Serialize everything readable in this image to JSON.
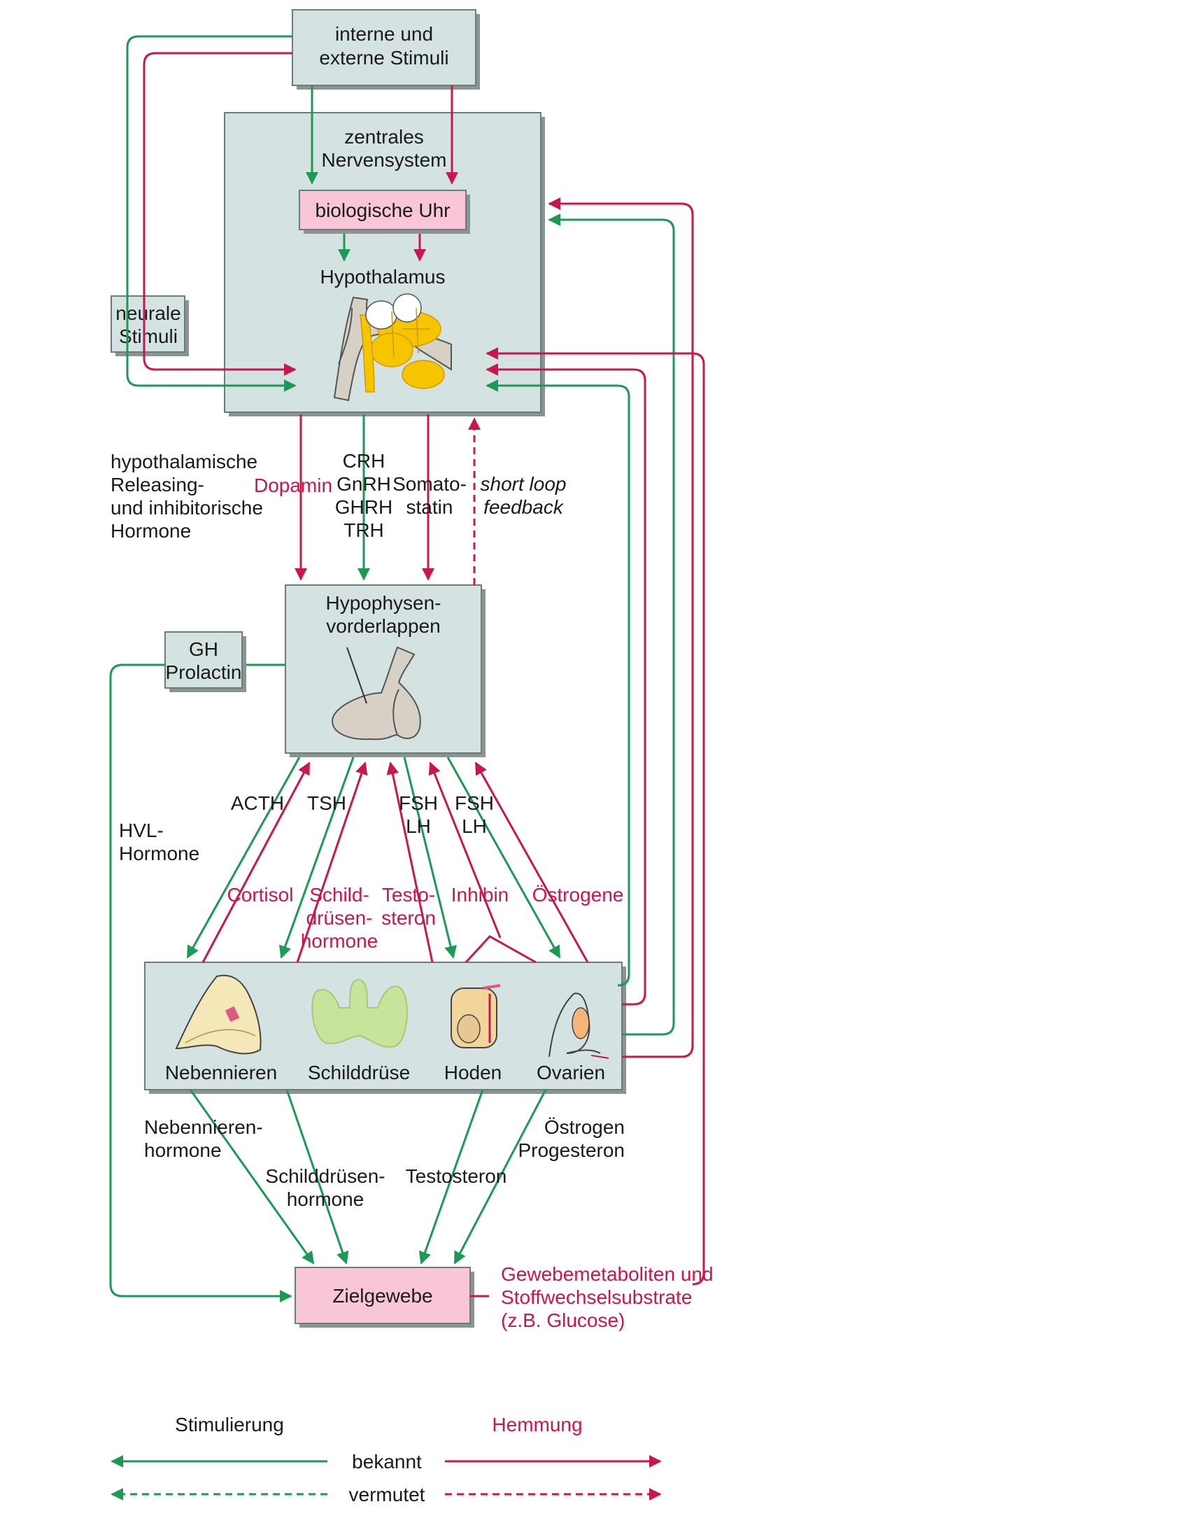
{
  "colors": {
    "stimulation": "#1a9a52",
    "inhibition": "#c8174d",
    "box": "#d5e2e2",
    "pink_box": "#f8c6d6"
  },
  "nodes": {
    "stimuli": [
      "interne und",
      "externe Stimuli"
    ],
    "cns": [
      "zentrales",
      "Nervensystem"
    ],
    "bio_clock": "biologische Uhr",
    "hypothalamus": "Hypothalamus",
    "neural": [
      "neurale",
      "Stimuli"
    ],
    "pituitary": [
      "Hypophysen-",
      "vorderlappen"
    ],
    "gh_prolactin": [
      "GH",
      "Prolactin"
    ],
    "glands": [
      "Nebennieren",
      "Schilddrüse",
      "Hoden",
      "Ovarien"
    ],
    "target": "Zielgewebe"
  },
  "labels": {
    "hyp_hormones": [
      "hypothalamische",
      "Releasing-",
      "und inhibitorische",
      "Hormone"
    ],
    "dopamin": "Dopamin",
    "releasing": [
      "CRH",
      "GnRH",
      "GHRH",
      "TRH"
    ],
    "somatostatin": [
      "Somato-",
      "statin"
    ],
    "short_loop": [
      "short loop",
      "feedback"
    ],
    "hvl_hormones": [
      "HVL-",
      "Hormone"
    ],
    "acth": "ACTH",
    "tsh": "TSH",
    "fsh_lh_1": [
      "FSH",
      "LH"
    ],
    "fsh_lh_2": [
      "FSH",
      "LH"
    ],
    "cortisol": "Cortisol",
    "thyroid_feedback": [
      "Schild-",
      "drüsen-",
      "hormone"
    ],
    "testosteron_feedback": [
      "Testo-",
      "steron"
    ],
    "inhibin": "Inhibin",
    "oestrogene": "Östrogene",
    "adrenal_hormones": [
      "Nebennieren-",
      "hormone"
    ],
    "thyroid_hormones": [
      "Schilddrüsen-",
      "hormone"
    ],
    "testosteron": "Testosteron",
    "estrogen_progesterone": [
      "Östrogen",
      "Progesteron"
    ],
    "metabolites": [
      "Gewebemetaboliten und",
      "Stoffwechselsubstrate",
      "(z.B. Glucose)"
    ]
  },
  "legend": {
    "stimulation": "Stimulierung",
    "inhibition": "Hemmung",
    "known": "bekannt",
    "suspected": "vermutet"
  }
}
